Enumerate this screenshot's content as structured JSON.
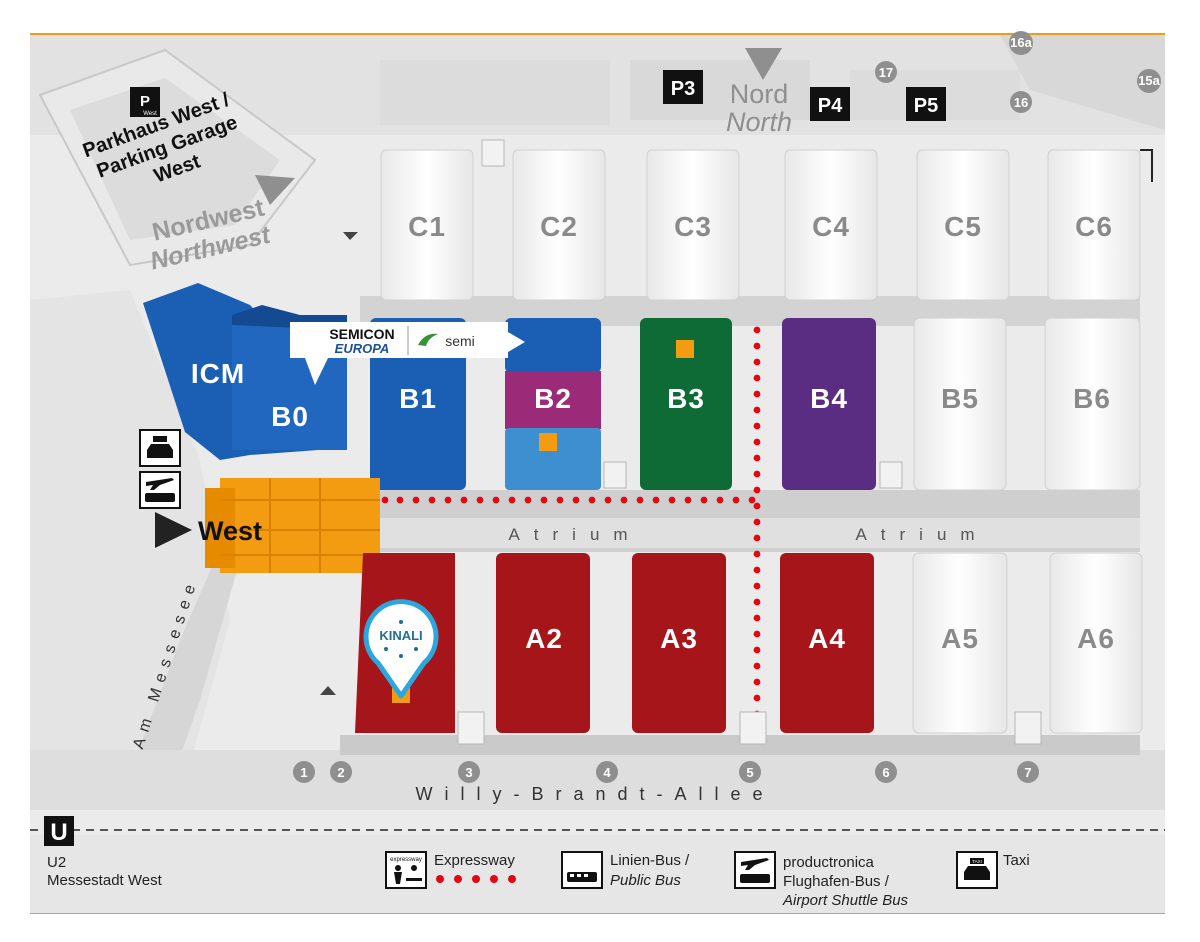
{
  "halls": {
    "A1": "",
    "A2": "A2",
    "A3": "A3",
    "A4": "A4",
    "A5": "A5",
    "A6": "A6",
    "B0": "B0",
    "B1": "B1",
    "B2": "B2",
    "B3": "B3",
    "B4": "B4",
    "B5": "B5",
    "B6": "B6",
    "C1": "C1",
    "C2": "C2",
    "C3": "C3",
    "C4": "C4",
    "C5": "C5",
    "C6": "C6",
    "ICM": "ICM"
  },
  "areas": {
    "atrium": "Atrium",
    "west_entrance": "West",
    "nord": "Nord",
    "north": "North",
    "nordwest": "Nordwest",
    "northwest": "Northwest",
    "parking_west_1": "Parkhaus West /",
    "parking_west_2": "Parking Garage",
    "parking_west_3": "West",
    "parking_west_icon": "West"
  },
  "parking": [
    "P3",
    "P4",
    "P5"
  ],
  "gates": [
    "1",
    "2",
    "3",
    "4",
    "5",
    "6",
    "7",
    "15a",
    "16",
    "16a",
    "17"
  ],
  "streets": {
    "willy": "Willy-Brandt-Allee",
    "messesee": "Am Messesee"
  },
  "exhibitors": {
    "semicon_line1": "SEMICON",
    "semicon_line2": "EUROPA",
    "semi": "semi",
    "kinali": "KINALI"
  },
  "ubahn": {
    "icon": "U",
    "line": "U2",
    "station": "Messestadt West"
  },
  "legend": {
    "expressway_icon_label": "expressway",
    "expressway": "Expressway",
    "bus_1": "Linien-Bus /",
    "bus_2": "Public Bus",
    "shuttle_1": "productronica",
    "shuttle_2": "Flughafen-Bus /",
    "shuttle_3": "Airport Shuttle Bus",
    "taxi_icon_label": "TAXI",
    "taxi": "Taxi"
  },
  "colors": {
    "accent_orange": "#f39c12",
    "blue": "#1a5fb4",
    "magenta": "#9b2a78",
    "green": "#0e6b35",
    "purple": "#5a2d82",
    "red": "#a5151a",
    "expressway_dots": "#e30613"
  }
}
